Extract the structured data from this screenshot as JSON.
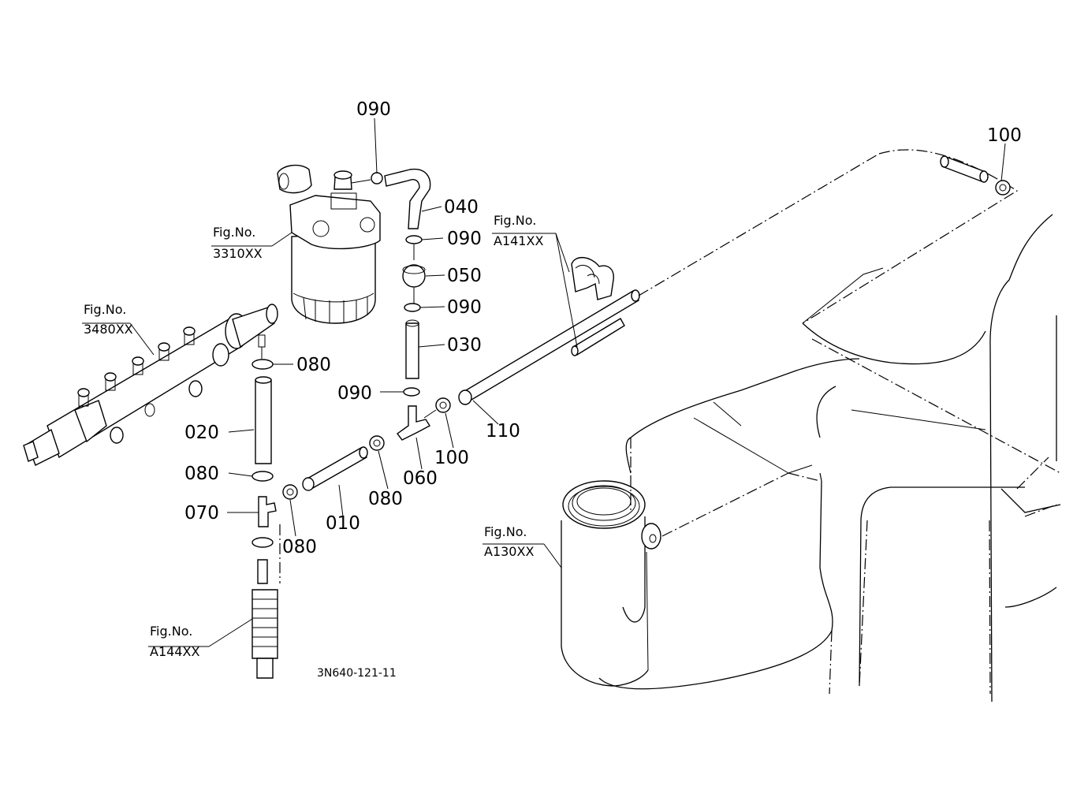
{
  "diagram_code": "3N640-121-11",
  "parts": {
    "p090_top": "090",
    "p040": "040",
    "p090_a": "090",
    "p050": "050",
    "p090_b": "090",
    "p030": "030",
    "p090_c": "090",
    "p080_a": "080",
    "p020": "020",
    "p080_b": "080",
    "p070": "070",
    "p080_c": "080",
    "p010": "010",
    "p080_d": "080",
    "p060": "060",
    "p100_a": "100",
    "p110": "110",
    "p100_top": "100"
  },
  "figures": {
    "f3310": {
      "line1": "Fig.No.",
      "line2": "3310XX"
    },
    "f3480": {
      "line1": "Fig.No.",
      "line2": "3480XX"
    },
    "fA141": {
      "line1": "Fig.No.",
      "line2": "A141XX"
    },
    "fA130": {
      "line1": "Fig.No.",
      "line2": "A130XX"
    },
    "fA144": {
      "line1": "Fig.No.",
      "line2": "A144XX"
    }
  }
}
